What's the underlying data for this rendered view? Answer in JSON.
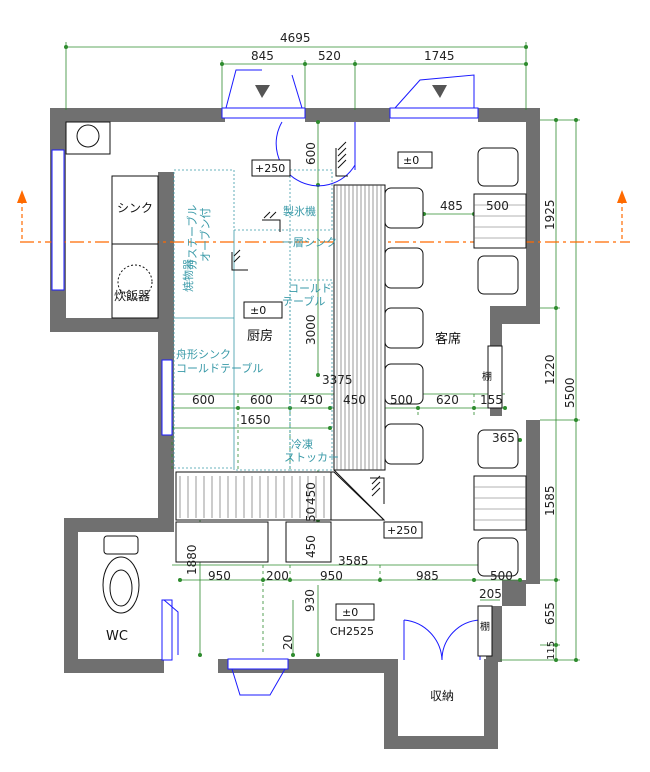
{
  "rooms": {
    "kitchen": "厨房",
    "seating": "客席",
    "wc": "WC",
    "storage": "収納"
  },
  "fixtures": {
    "sink": "シンク",
    "rice_cooker": "炊飯器",
    "grill": "焼物器",
    "gas_table": "ガステーブル",
    "oven": "オーブン付",
    "ice_maker": "製氷機",
    "bar_sink": "一層シンク",
    "cold_table": "コールド\nテーブル",
    "boat_sink": "舟形シンク\nコールドテーブル",
    "freezer": "冷凍\nストッカー",
    "shelf1": "棚",
    "shelf2": "棚"
  },
  "levels": {
    "l1": "+250",
    "l2": "±0",
    "l3": "±0",
    "l4": "+250",
    "l5": "±0",
    "ceiling": "CH2525"
  },
  "dimensions": {
    "total_width": "4695",
    "d845": "845",
    "d520": "520",
    "d1745": "1745",
    "d600v": "600",
    "d485": "485",
    "d500a": "500",
    "d3000": "3000",
    "d3375": "3375",
    "r600a": "600",
    "r600b": "600",
    "r450a": "450",
    "r450b": "450",
    "r500": "500",
    "r620": "620",
    "r155": "155",
    "d1650": "1650",
    "d365": "365",
    "v450a": "450",
    "v50": "50",
    "v450b": "450",
    "d1880": "1880",
    "d3585": "3585",
    "b950a": "950",
    "b200": "200",
    "b950b": "950",
    "b985": "985",
    "b500": "500",
    "d205": "205",
    "d930": "930",
    "d20": "20",
    "r1925": "1925",
    "r1220": "1220",
    "r5500": "5500",
    "r1585": "1585",
    "r655": "655",
    "r115": "115"
  },
  "colors": {
    "wall": "#707070",
    "door": "#1a1aff",
    "dim_line": "#2e8b2e",
    "section_line": "#ff6a00",
    "fixture_text": "#3a9aa8"
  }
}
